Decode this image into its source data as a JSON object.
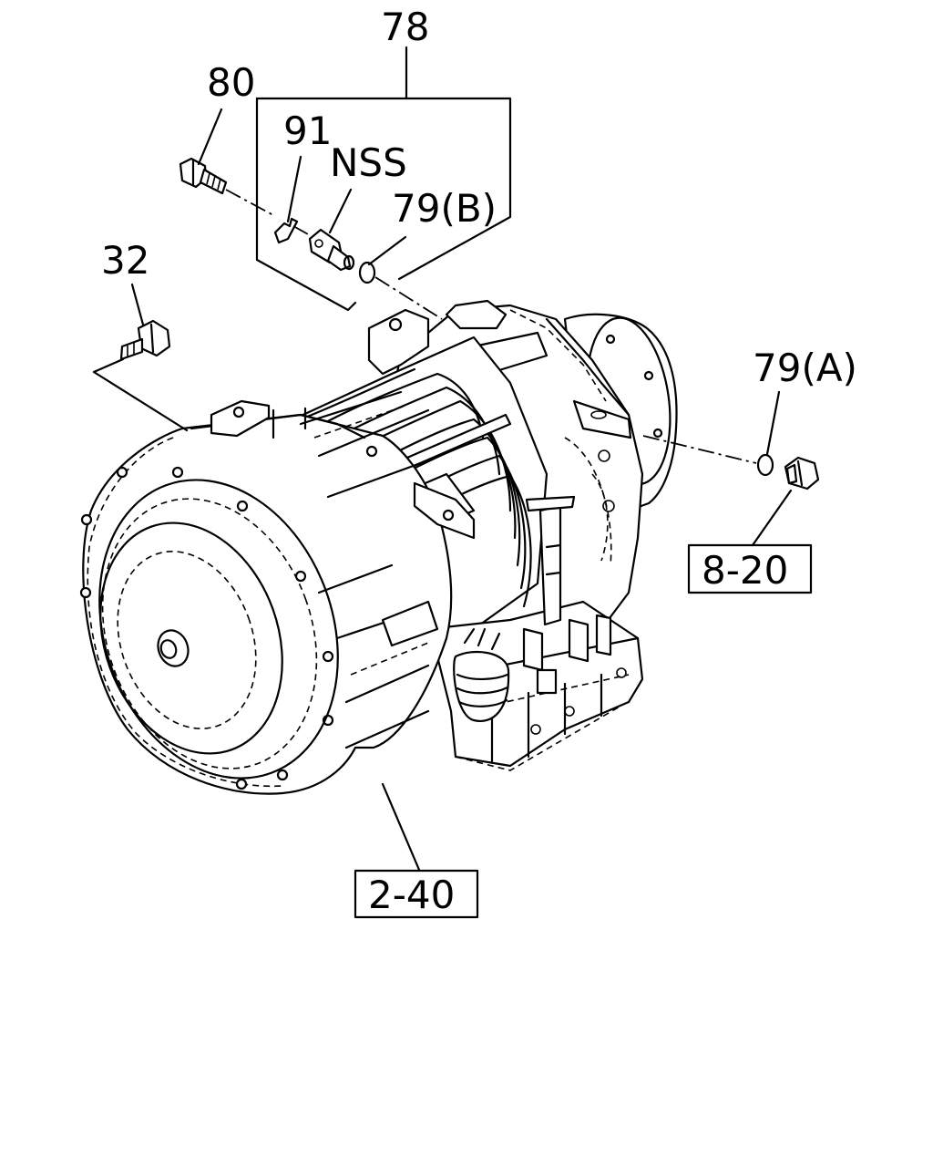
{
  "callouts": {
    "part_78": "78",
    "part_80": "80",
    "part_91": "91",
    "nss": "NSS",
    "part_79b": "79(B)",
    "part_32": "32",
    "part_79a": "79(A)"
  },
  "references": {
    "ref_8_20": "8-20",
    "ref_2_40": "2-40"
  },
  "colors": {
    "ink": "#000000",
    "paper": "#ffffff"
  }
}
